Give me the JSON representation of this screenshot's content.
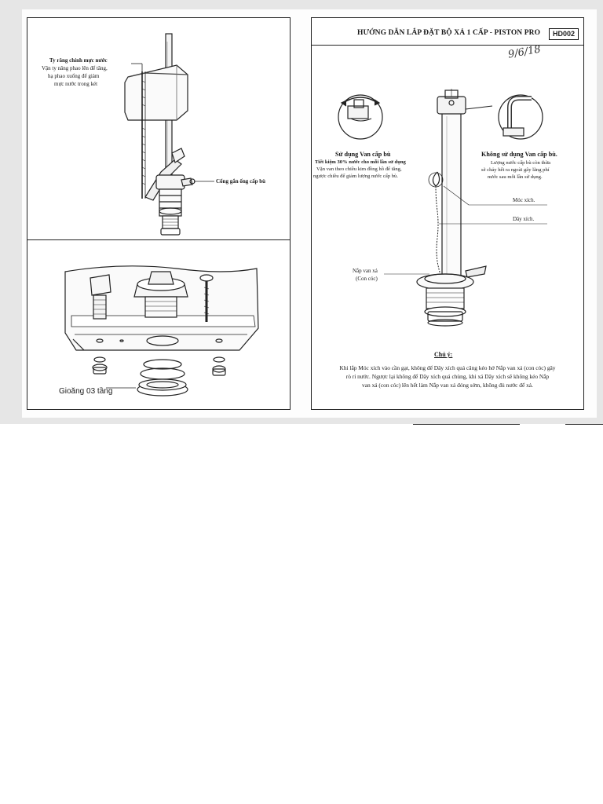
{
  "left_panel": {
    "top_labels": {
      "rod_title": "Ty răng chỉnh mực nước",
      "rod_desc_1": "Vặn ty nâng phao lên để tăng,",
      "rod_desc_2": "hạ phao xuống để giảm",
      "rod_desc_3": "mực nước trong két",
      "refill_port": "Cổng gắn ống cấp bù"
    },
    "bottom_labels": {
      "gasket": "Gioăng 03 tầng"
    }
  },
  "right_panel": {
    "title": "HƯỚNG DẪN LẮP ĐẶT BỘ XẢ 1 CẤP - PISTON PRO",
    "code": "HD002",
    "handwriting": "9/6/18",
    "use_valve": {
      "title": "Sử dụng Van cấp bù",
      "subtitle": "Tiết kiệm 30% nước cho mỗi lần sử dụng",
      "line_1": "Vặn van theo chiều kim đồng hồ để tăng,",
      "line_2": "ngược chiều để giảm lượng nước cấp bù."
    },
    "no_valve": {
      "title": "Không sử dụng Van cấp bù.",
      "line_1": "Lượng nước cấp bù còn thừa",
      "line_2": "sẽ chảy hết ra ngoài gây lãng phí",
      "line_3": "nước sau mỗi lần sử dụng."
    },
    "labels": {
      "hook": "Móc xích.",
      "chain": "Dây xích.",
      "flapper": "Nắp van xả",
      "flapper_alt": "(Con cóc)"
    },
    "note": {
      "title": "Chú ý:",
      "body_1": "Khi lắp Móc xích vào cần gạt, không để Dây xích quá căng kéo hở Nắp van xả (con cóc) gây",
      "body_2": "rò rỉ nước. Ngược lại không để Dây xích quá chùng, khi xả Dây xích sẽ không kéo Nắp",
      "body_3": "van xả (con cóc) lên hết làm Nắp van xả đóng sớm, không đủ nước để xả."
    }
  }
}
